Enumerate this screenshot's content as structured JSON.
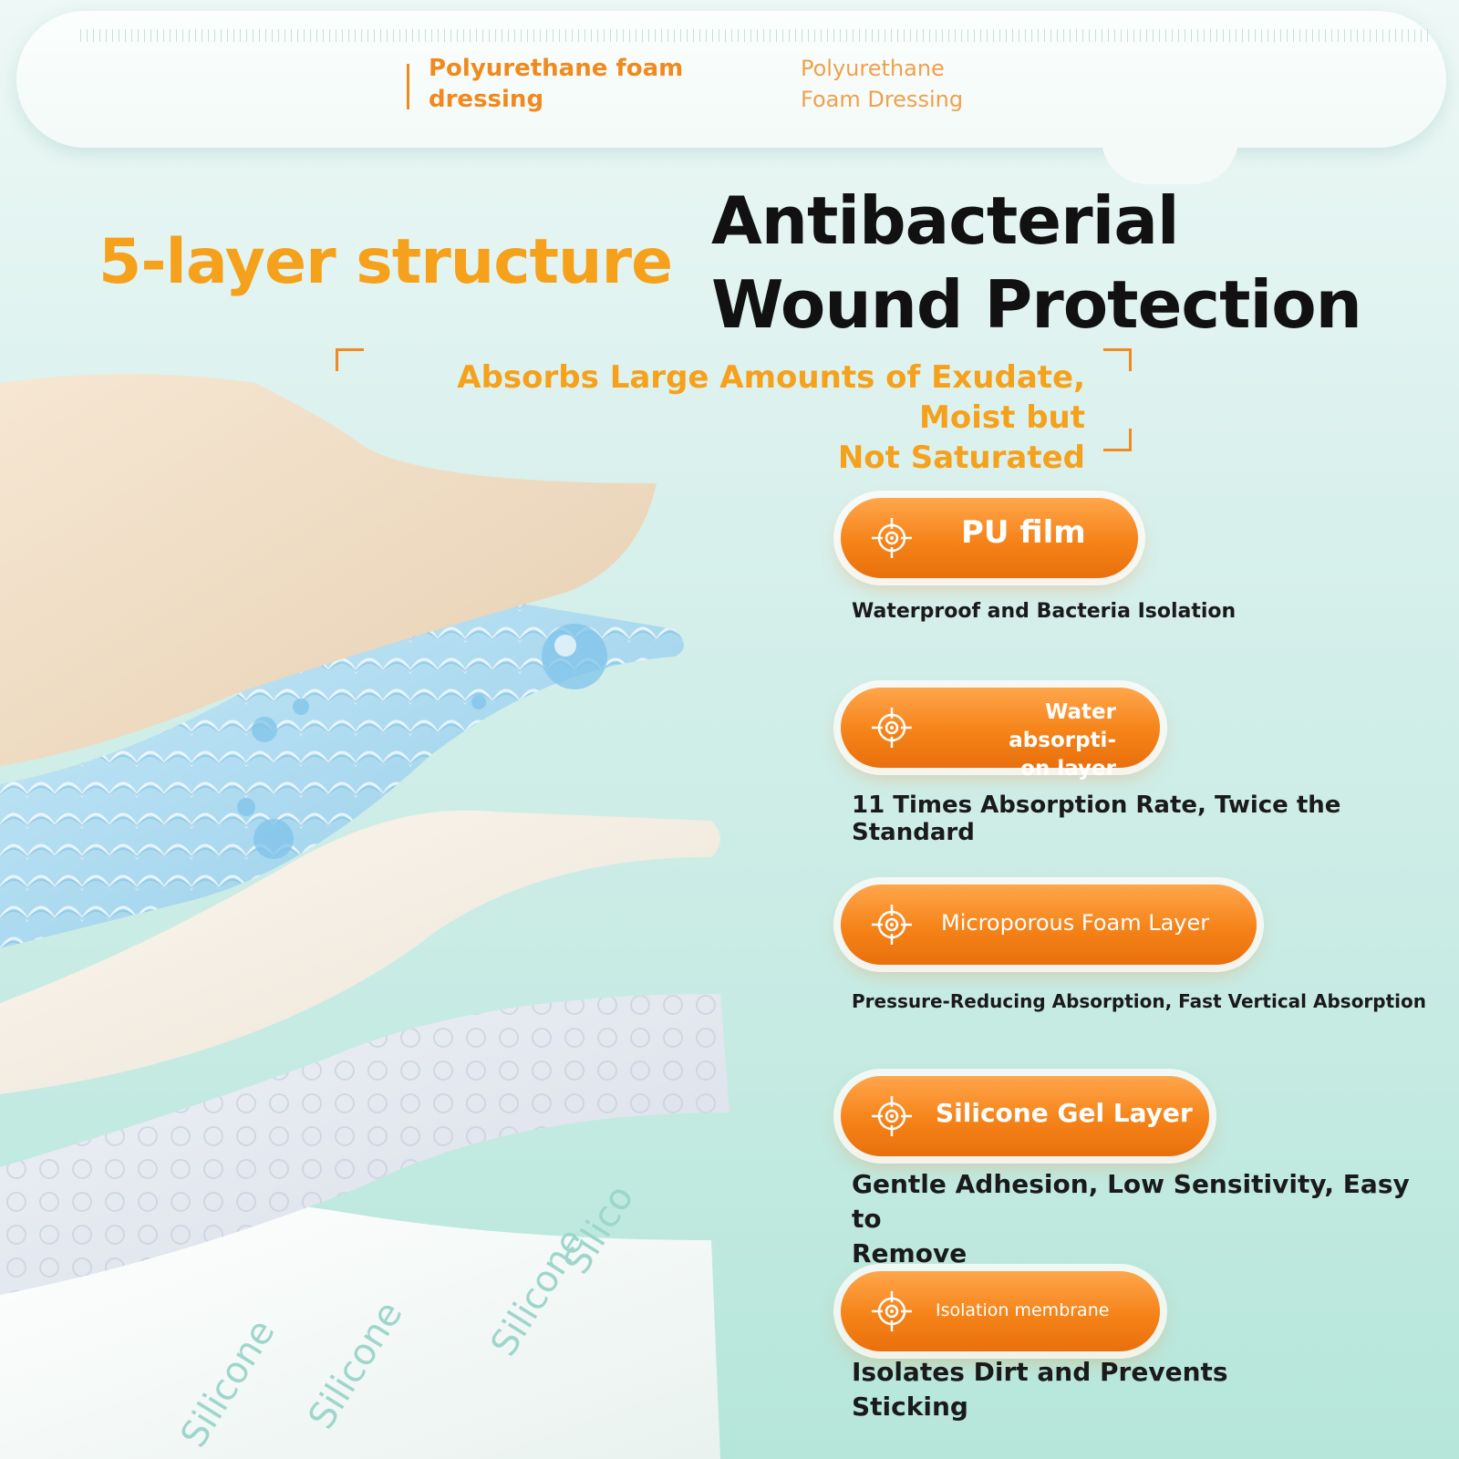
{
  "header": {
    "brand_cn": "Polyurethane foam dressing",
    "brand_en_line1": "Polyurethane",
    "brand_en_line2": "Foam Dressing"
  },
  "headline": {
    "orange": "5-layer structure",
    "black_line1": "Antibacterial",
    "black_line2": "Wound Protection"
  },
  "subheadline": {
    "line1": "Absorbs Large Amounts of Exudate, Moist but",
    "line2": "Not Saturated"
  },
  "layers": [
    {
      "label": "PU film",
      "description": "Waterproof and Bacteria Isolation"
    },
    {
      "label_line1": "Water absorpti-",
      "label_line2": "on layer",
      "description": "11 Times Absorption Rate, Twice the Standard"
    },
    {
      "label": "Microporous Foam Layer",
      "description": "Pressure-Reducing Absorption, Fast Vertical Absorption"
    },
    {
      "label": "Silicone Gel Layer",
      "description_line1": "Gentle Adhesion, Low Sensitivity, Easy to",
      "description_line2": "Remove"
    },
    {
      "label": "Isolation membrane",
      "description_line1": "Isolates Dirt and Prevents",
      "description_line2": "Sticking"
    }
  ],
  "illustration": {
    "silicone_words": [
      "Silicone",
      "Silicone",
      "Silicone",
      "Silico"
    ]
  },
  "colors": {
    "accent_orange": "#f6a11c",
    "pill_orange": "#f58318",
    "background_mint": "#c6ebe3",
    "foam_blue": "#9fd3ee",
    "pu_beige": "#efdcc2"
  },
  "icons": [
    "target-icon"
  ]
}
